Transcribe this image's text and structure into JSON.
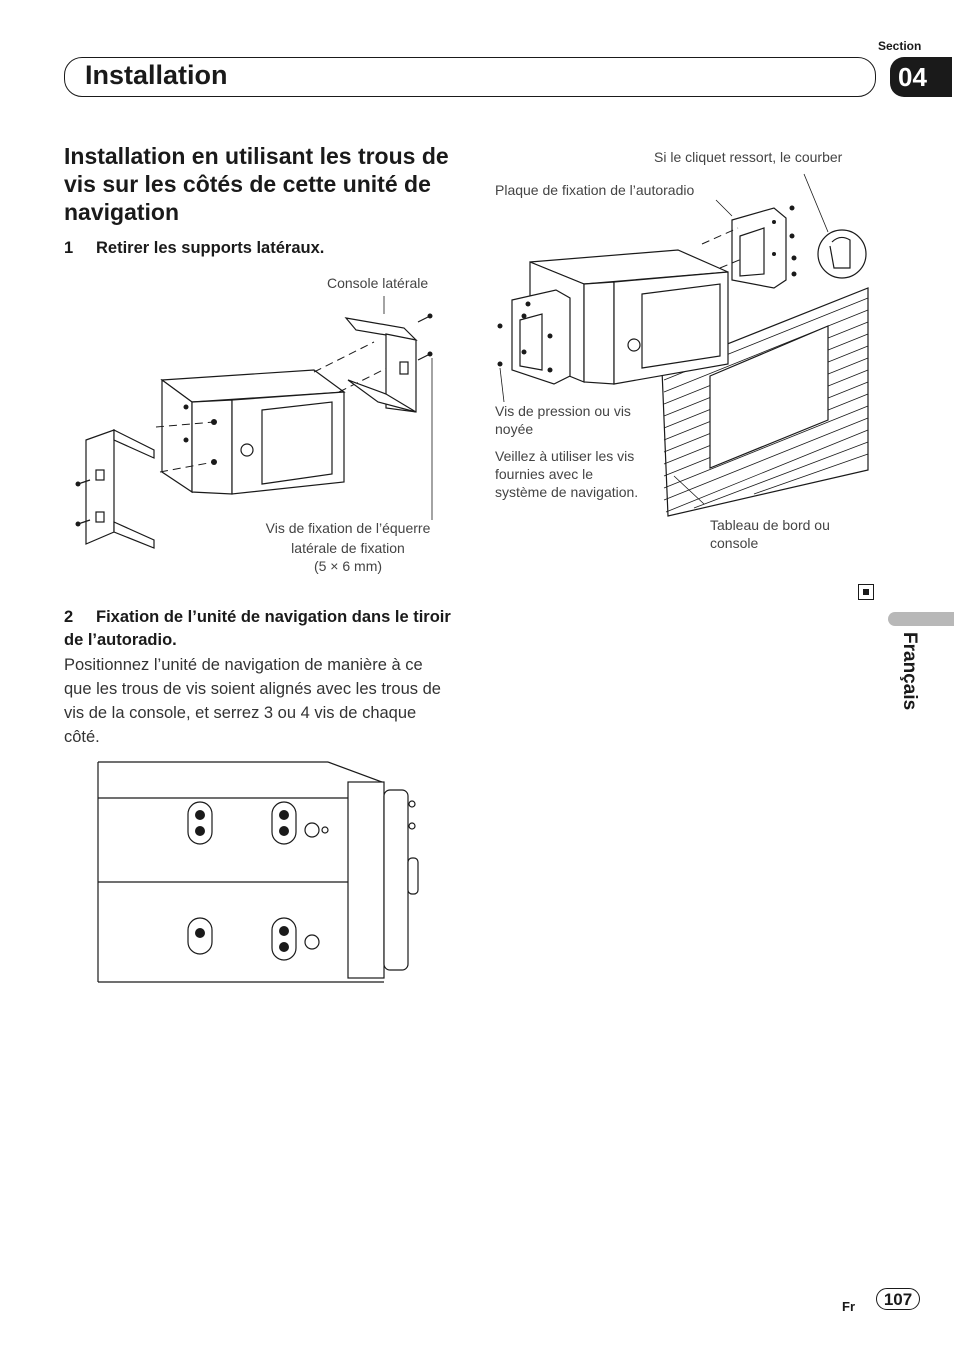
{
  "header": {
    "section_label": "Section",
    "section_number": "04",
    "title": "Installation"
  },
  "main": {
    "heading": "Installation en utilisant les trous de vis sur les côtés de cette unité de navigation",
    "step1": {
      "number": "1",
      "text": "Retirer les supports latéraux."
    },
    "step2": {
      "number": "2",
      "text": "Fixation de l’unité de navigation dans le tiroir de l’autoradio."
    },
    "step2_body": "Positionnez l’unité de navigation de manière à ce que les trous de vis soient alignés avec les trous de vis de la console, et serrez 3 ou 4 vis de chaque côté."
  },
  "figure1": {
    "console_laterale": "Console latérale",
    "vis_fixation_line1": "Vis de fixation de l’équerre",
    "vis_fixation_line2": "latérale de fixation",
    "vis_fixation_line3": "(5 × 6 mm)"
  },
  "figure2": {
    "cliquet": "Si le cliquet ressort, le courber",
    "plaque": "Plaque de fixation de l’autoradio",
    "vis_pression_line1": "Vis de pression ou vis",
    "vis_pression_line2": "noyée",
    "veillez_line1": "Veillez à utiliser les vis",
    "veillez_line2": "fournies avec le",
    "veillez_line3": "système de navigation.",
    "tableau_line1": "Tableau de bord ou",
    "tableau_line2": "console"
  },
  "sidebar": {
    "language": "Français"
  },
  "footer": {
    "lang_code": "Fr",
    "page_number": "107"
  }
}
